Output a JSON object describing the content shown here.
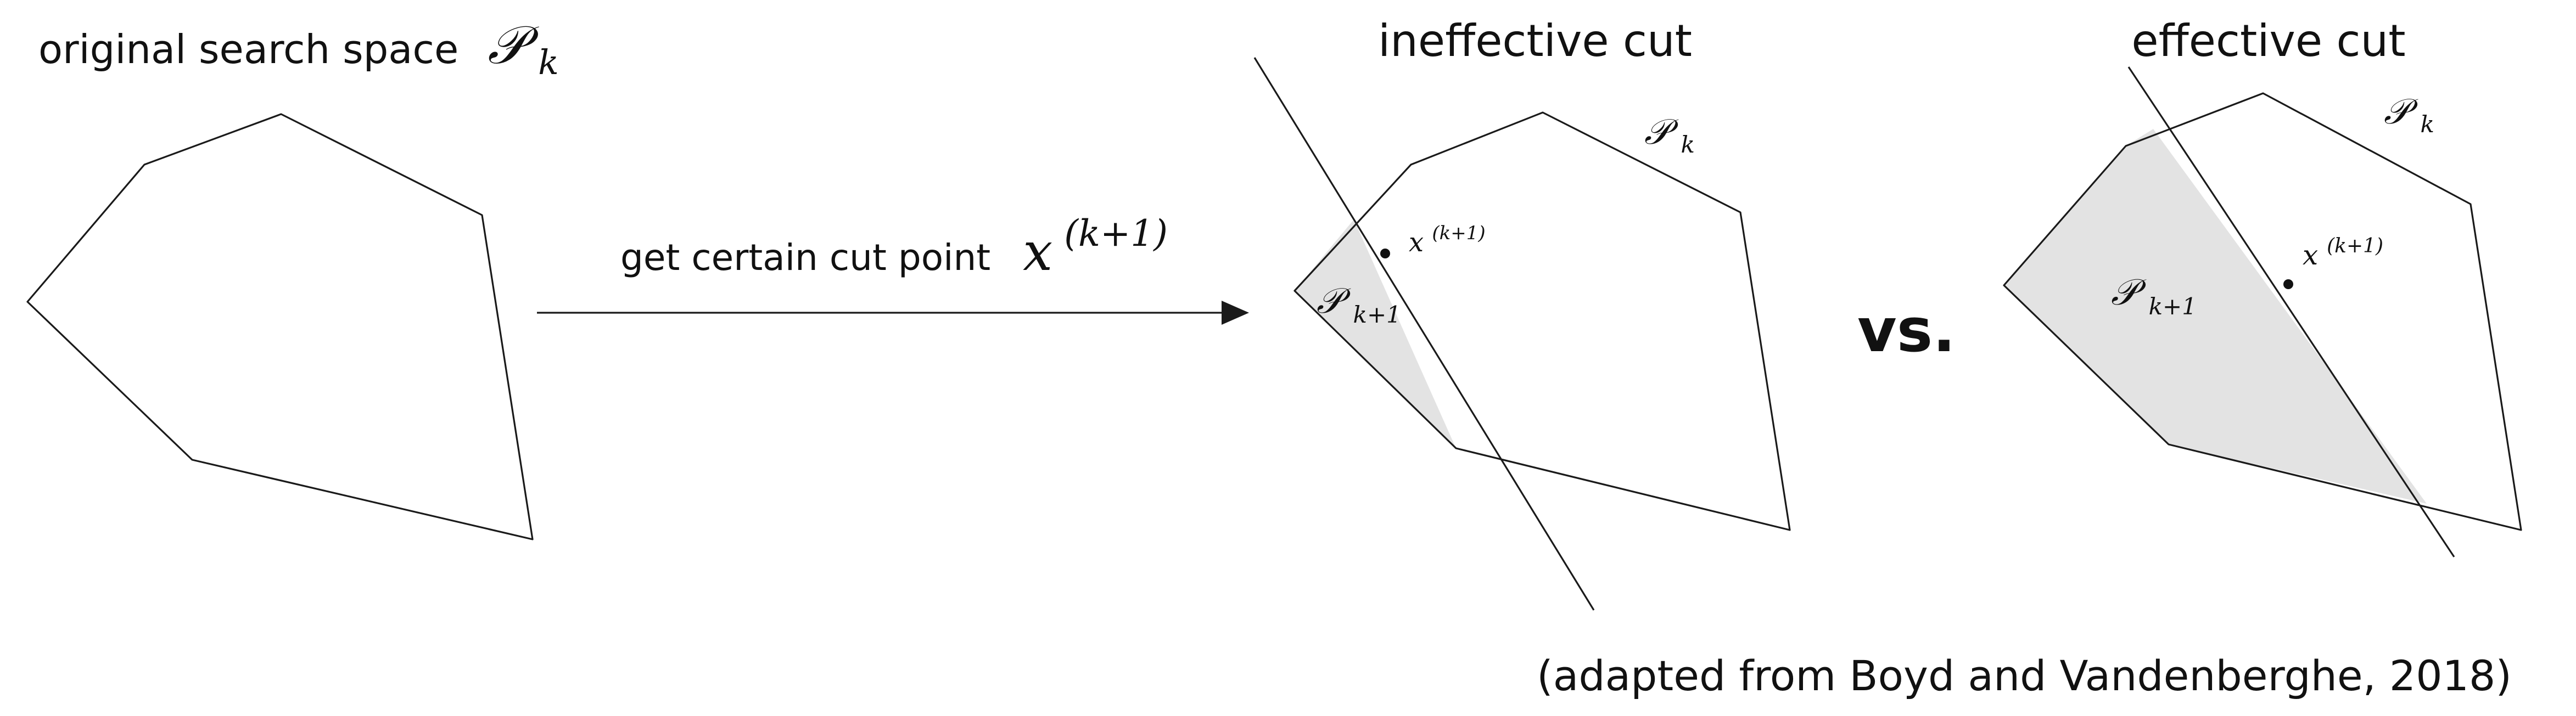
{
  "panel_original": {
    "title": "original search space",
    "title_symbol": "𝒫",
    "title_symbol_sub": "k"
  },
  "arrow": {
    "label": "get certain cut point",
    "symbol": "x",
    "symbol_sup": "(k+1)"
  },
  "panel_ineffective": {
    "title": "ineffective cut",
    "region_symbol": "𝒫",
    "region_sub": "k",
    "shaded_symbol": "𝒫",
    "shaded_sub": "k+1",
    "point_symbol": "x",
    "point_sup": "(k+1)"
  },
  "versus_label": "vs.",
  "panel_effective": {
    "title": "effective cut",
    "region_symbol": "𝒫",
    "region_sub": "k",
    "shaded_symbol": "𝒫",
    "shaded_sub": "k+1",
    "point_symbol": "x",
    "point_sup": "(k+1)"
  },
  "citation": "(adapted from Boyd and Vandenberghe, 2018)",
  "colors": {
    "stroke": "#1a1a1a",
    "shaded_region": "#e3e3e3",
    "text": "#111111"
  }
}
